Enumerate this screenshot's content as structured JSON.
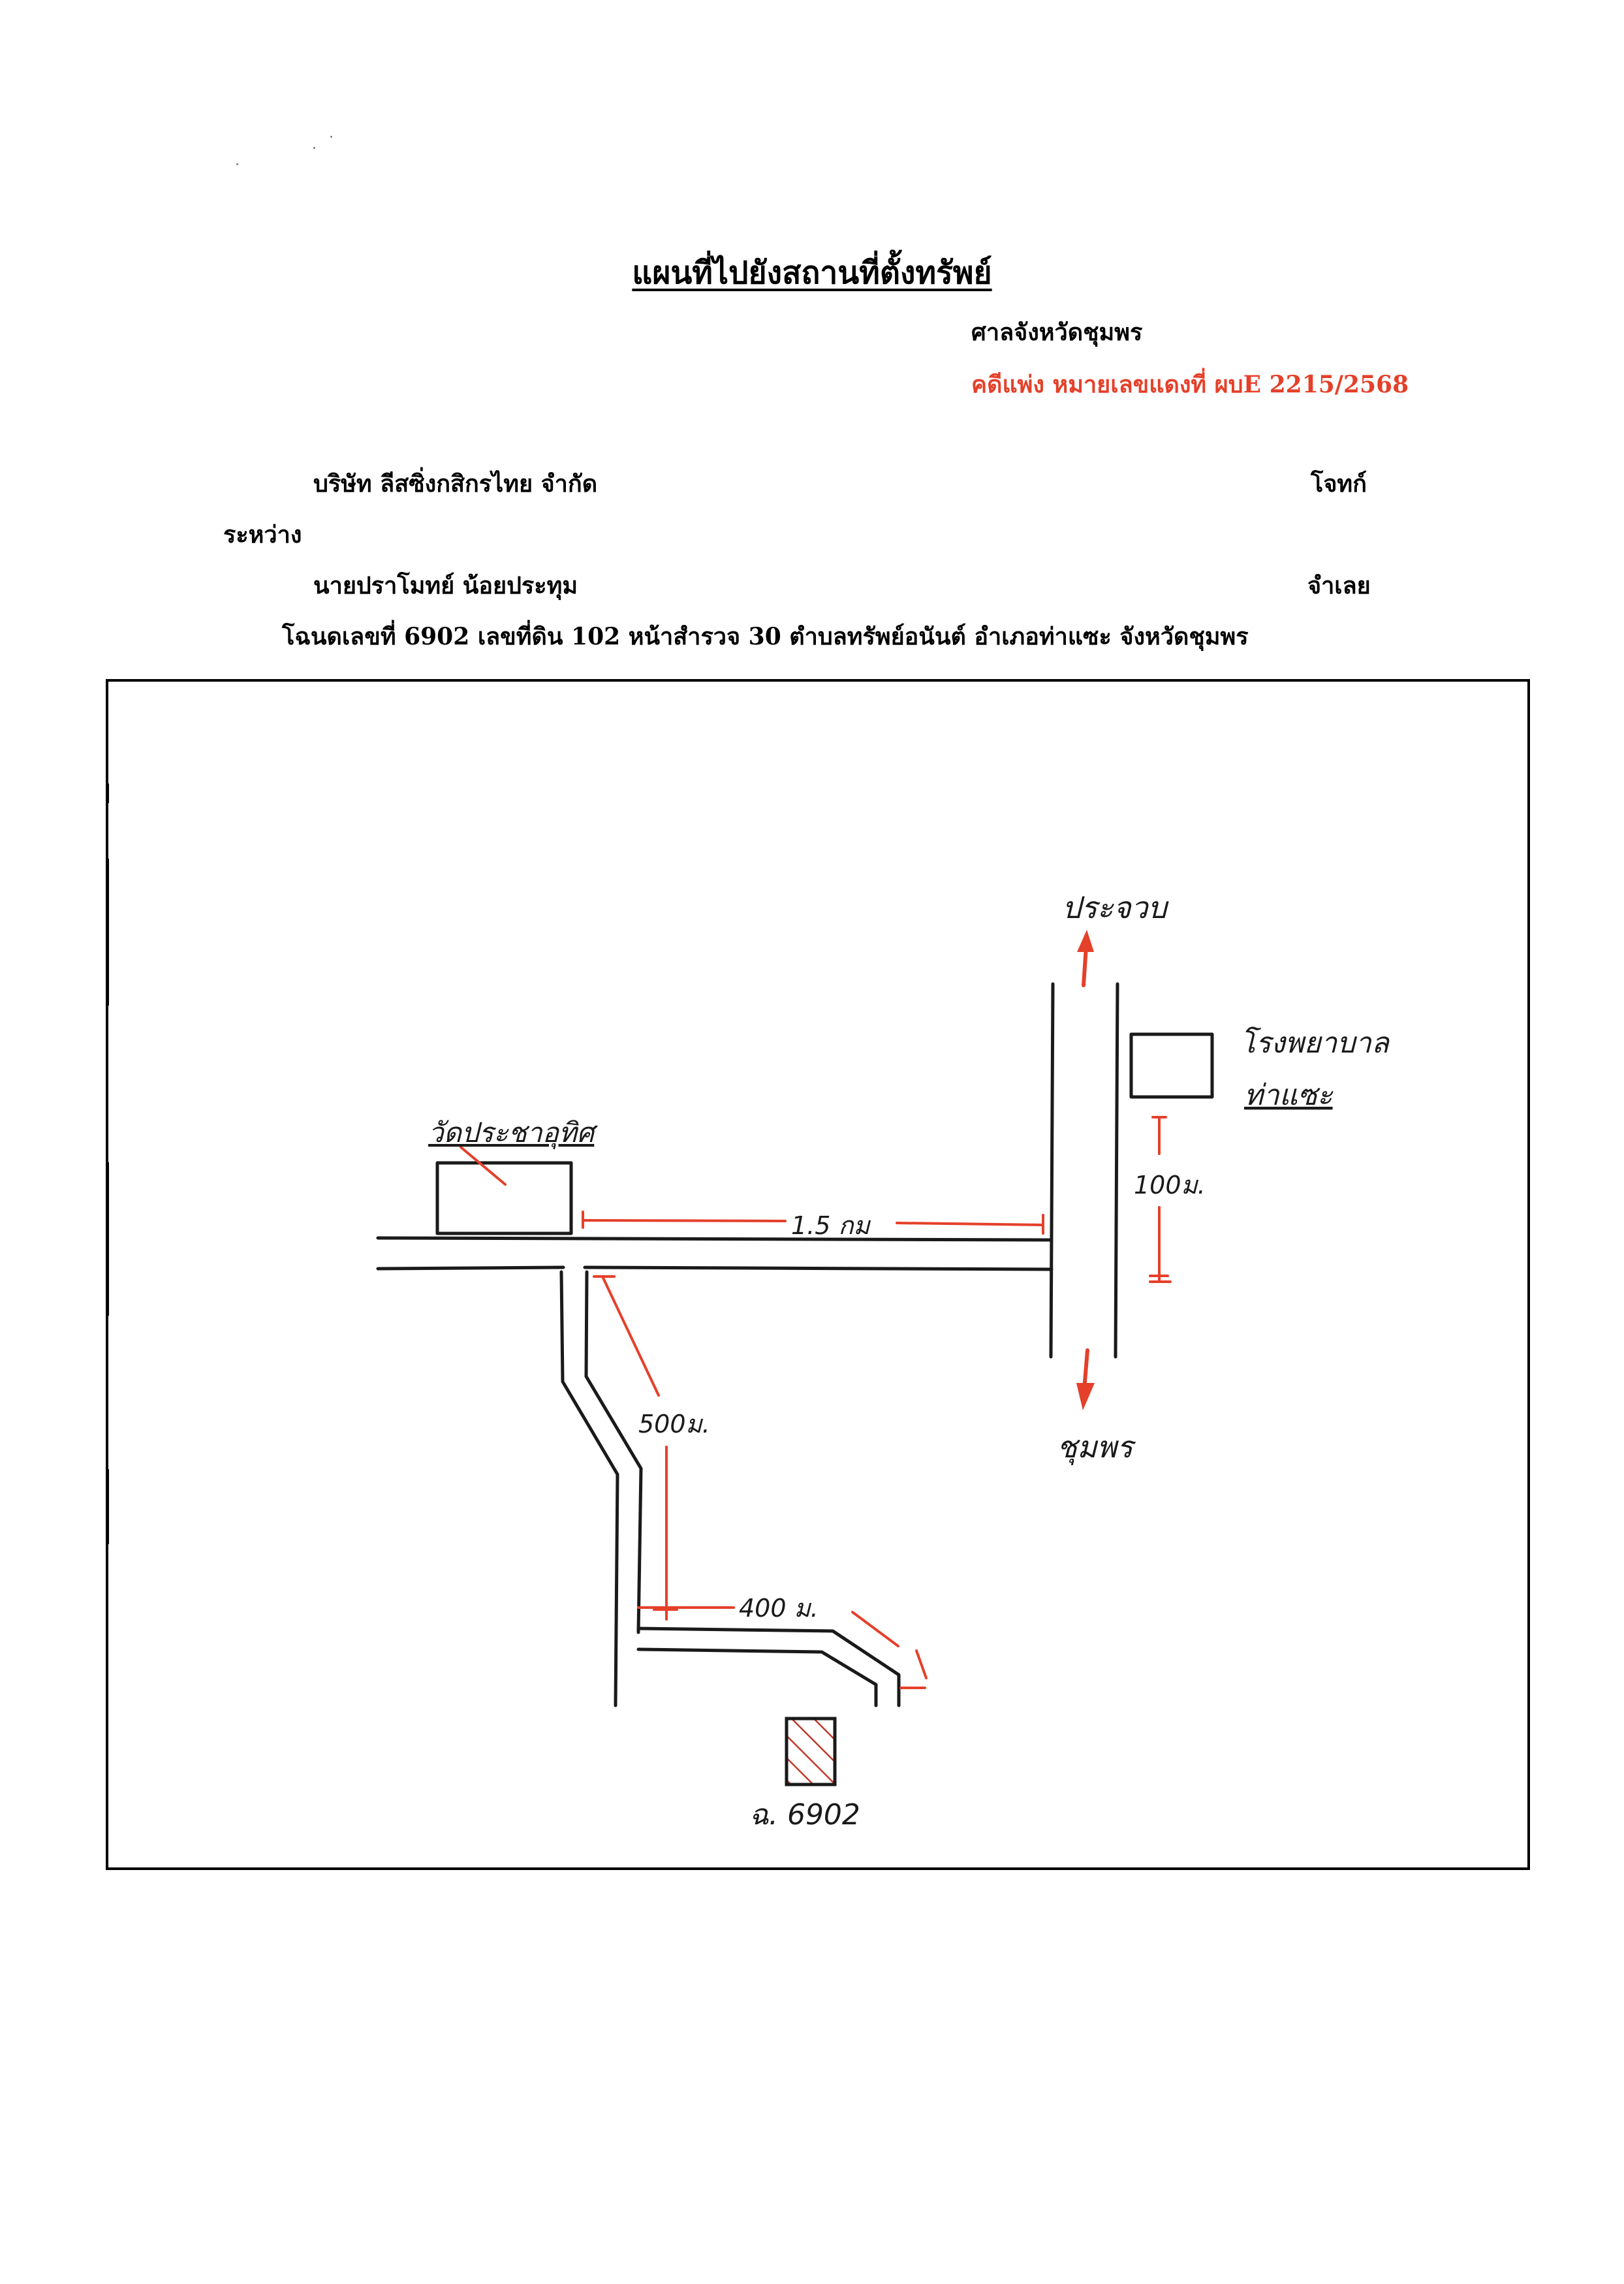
{
  "header": {
    "title": "แผนที่ไปยังสถานที่ตั้งทรัพย์",
    "court": "ศาลจังหวัดชุมพร",
    "case_number": "คดีแพ่ง  หมายเลขแดงที่  ผบE 2215/2568"
  },
  "parties": {
    "plaintiff_name": "บริษัท ลีสซิ่งกสิกรไทย จำกัด",
    "plaintiff_role": "โจทก์",
    "between": "ระหว่าง",
    "defendant_name": "นายปราโมทย์ น้อยประทุม",
    "defendant_role": "จำเลย"
  },
  "property_line": "โฉนดเลขที่  6902  เลขที่ดิน 102  หน้าสำรวจ 30  ตำบลทรัพย์อนันต์  อำเภอท่าแซะ  จังหวัดชุมพร",
  "map": {
    "north_label": "ประจวบ",
    "south_label": "ชุมพร",
    "hospital_label_line1": "โรงพยาบาล",
    "hospital_label_line2": "ท่าแซะ",
    "temple_label": "วัดประชาอุทิศ",
    "dist_temple": "1.5 กม",
    "dist_hospital": "100ม.",
    "dist_lane": "500ม.",
    "dist_bottom": "400 ม.",
    "plot_label": "ฉ. 6902"
  },
  "colors": {
    "annotation_red": "#e5402a",
    "ink": "#1a1a1a",
    "road_ink": "#1c2a55"
  }
}
